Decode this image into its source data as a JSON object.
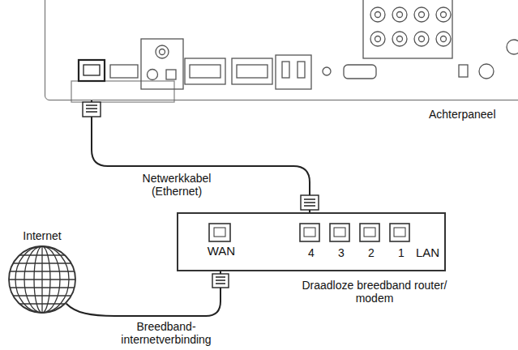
{
  "diagram": {
    "nodes": [
      {
        "text": [
          "Achterpaneel"
        ]
      },
      {
        "text": [
          "WAN",
          "4",
          "3",
          "2",
          "1",
          "LAN",
          "Draadloze breedband router/ modem"
        ]
      },
      {
        "text": [
          "Internet"
        ]
      }
    ],
    "edges": [
      {
        "from": 0,
        "to": 1,
        "arrow": "none",
        "label": "Netwerkkabel (Ethernet)"
      },
      {
        "from": 2,
        "to": 1,
        "arrow": "none",
        "label": "Breedband- internetverbinding"
      }
    ]
  }
}
